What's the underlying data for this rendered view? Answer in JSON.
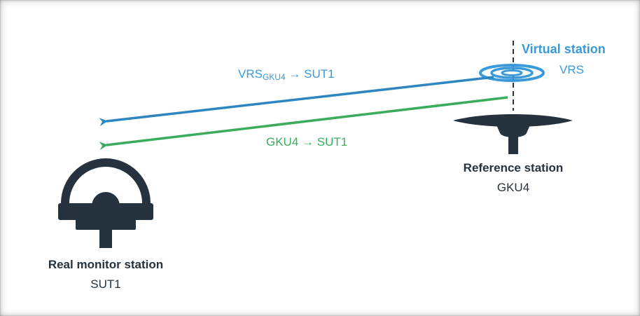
{
  "virtual_station": {
    "title": "Virtual station",
    "id": "VRS"
  },
  "reference_station": {
    "title": "Reference station",
    "id": "GKU4"
  },
  "monitor_station": {
    "title": "Real monitor station",
    "id": "SUT1"
  },
  "arrows": {
    "vrs": {
      "prefix": "VRS",
      "subscript": "GKU4",
      "suffix": " → SUT1"
    },
    "direct": {
      "label": "GKU4 → SUT1"
    }
  },
  "colors": {
    "blue": "#3a9ad9",
    "arrow_blue": "#2e86c1",
    "green": "#3aac5c",
    "dark": "#26323d"
  }
}
